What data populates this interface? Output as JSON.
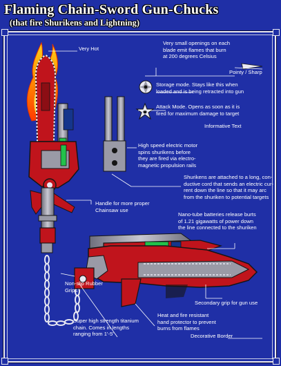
{
  "header": {
    "title": "Flaming Chain-Sword Gun-Chucks",
    "subtitle": "(that fire Shurikens and Lightning)"
  },
  "labels": {
    "very_hot": "Very Hot",
    "openings": [
      "Very small openings on each",
      "blade emit flames that burn",
      "at 200 degrees Celsius"
    ],
    "pointy": "Pointy / Sharp",
    "storage": [
      "Storage mode. Stays like this when",
      "loaded and is being retracted into gun"
    ],
    "attack": [
      "Attack Mode. Opens as soon as it is",
      "fired for maximum damage to target"
    ],
    "informative": "Informative Text",
    "motor": [
      "High speed electric motor",
      "spins shurikens before",
      "they are fired via electro-",
      "magnetic propulsion rails"
    ],
    "shuriken_cord": [
      "Shurikens are attached to a long, con-",
      "ductive cord that sends an electric cur-",
      "rent down the line so that it may arc",
      "from the shuriken to potential targets"
    ],
    "handle": [
      "Handle for more proper",
      "Chainsaw use"
    ],
    "batteries": [
      "Nano-tube batteries release burts",
      "of 1.21 gigawatts of power down",
      "the line connected to the shuriken"
    ],
    "non_slip": [
      "Non-slip Rubber",
      "Grips"
    ],
    "secondary_grip": "Secondary grip for gun use",
    "heat_shield": [
      "Heat and fire resistant",
      "hand protector to prevent",
      "burns from flames"
    ],
    "chain": [
      "Super high strength titanium",
      "chain. Comes in lengths",
      "ranging from 1'-5'"
    ],
    "decorative": "Decorative Border"
  },
  "colors": {
    "background": "#1f2fa6",
    "blade_red": "#c0141c",
    "metal_gray": "#9a9aa6",
    "flame_orange": "#ff8a00",
    "battery_green": "#22c24a",
    "dark": "#151515"
  }
}
